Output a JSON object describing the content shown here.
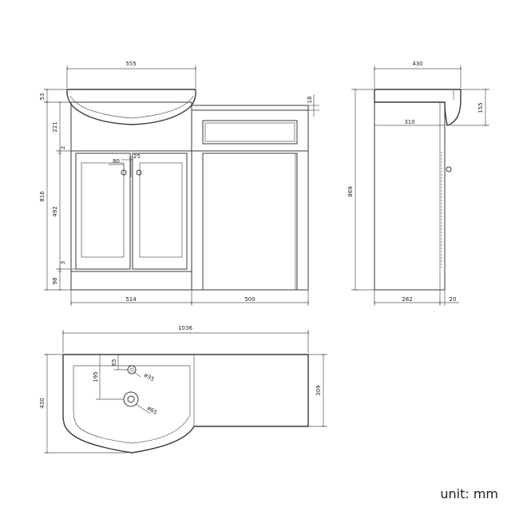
{
  "unit_label": "unit: mm",
  "front_view": {
    "basin_width": "555",
    "basin_height": "53",
    "worktop_thickness": "18",
    "basin_bowl_depth": "221",
    "gap_top": "2",
    "handle_spacing": "80",
    "handle_size": "25",
    "total_height": "816",
    "door_height": "492",
    "gap_bottom": "3",
    "plinth_height": "98",
    "vanity_width": "514",
    "cabinet_width": "500"
  },
  "side_view": {
    "depth": "430",
    "basin_rim_height": "155",
    "worktop_depth": "310",
    "height": "869",
    "cabinet_depth": "282",
    "door_thickness": "20"
  },
  "top_view": {
    "overall_width": "1036",
    "overall_depth": "430",
    "tap_hole_offset": "65",
    "tap_hole_diameter": "ø35",
    "tap_to_waste": "195",
    "waste_diameter": "ø65",
    "worktop_depth": "309"
  }
}
